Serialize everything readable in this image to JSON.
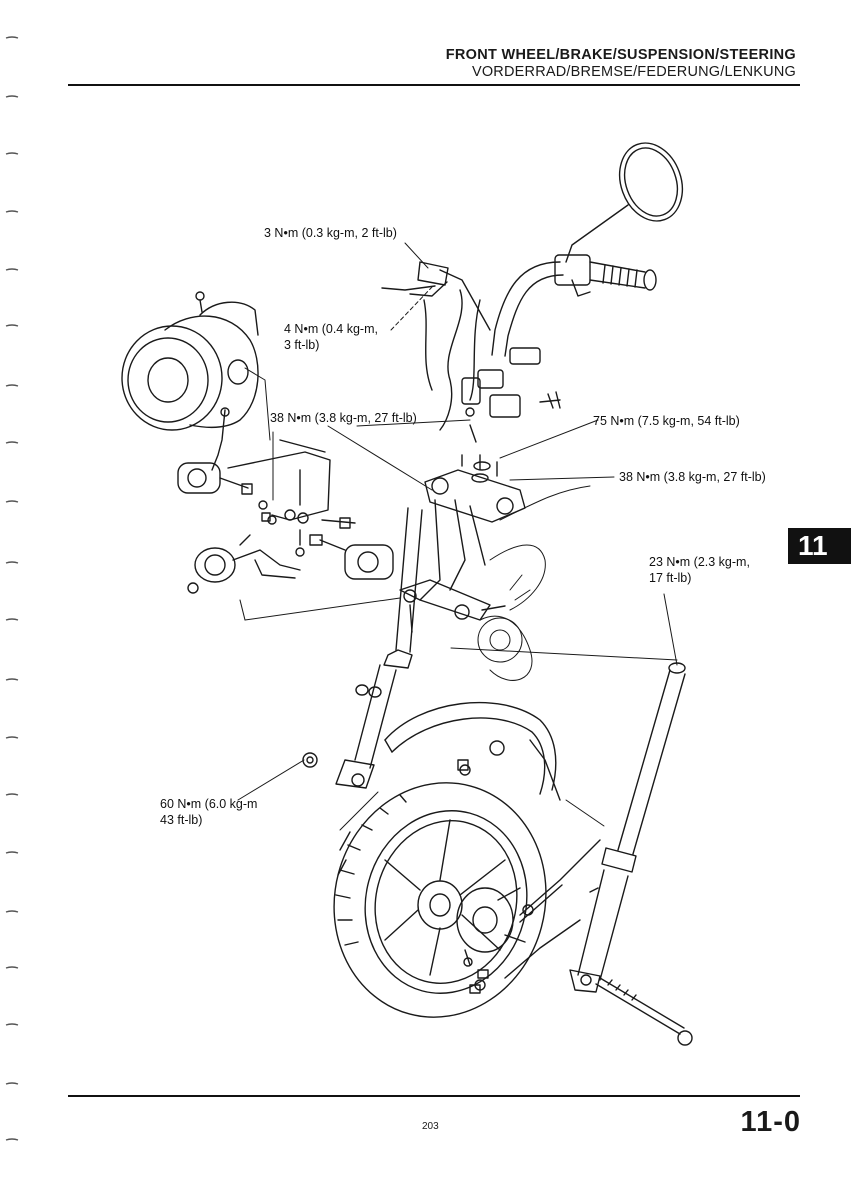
{
  "header": {
    "title": "FRONT WHEEL/BRAKE/SUSPENSION/STEERING",
    "subtitle": "VORDERRAD/BREMSE/FEDERUNG/LENKUNG"
  },
  "chapter_tab": "11",
  "callouts": {
    "t1": "3 N•m (0.3 kg-m, 2 ft-lb)",
    "t2_line1": "4 N•m (0.4 kg-m,",
    "t2_line2": "3 ft-lb)",
    "t3": "38 N•m (3.8 kg-m, 27 ft-lb)",
    "t4": "75 N•m (7.5 kg-m, 54 ft-lb)",
    "t5": "38 N•m (3.8 kg-m, 27 ft-lb)",
    "t6_line1": "23 N•m (2.3 kg-m,",
    "t6_line2": "17 ft-lb)",
    "t7_line1": "60 N•m (6.0 kg-m",
    "t7_line2": "43 ft-lb)"
  },
  "footer": {
    "page_number": "203",
    "section_number": "11-0"
  },
  "icons": {
    "diagram": "exploded-view-front-wheel-steering"
  }
}
